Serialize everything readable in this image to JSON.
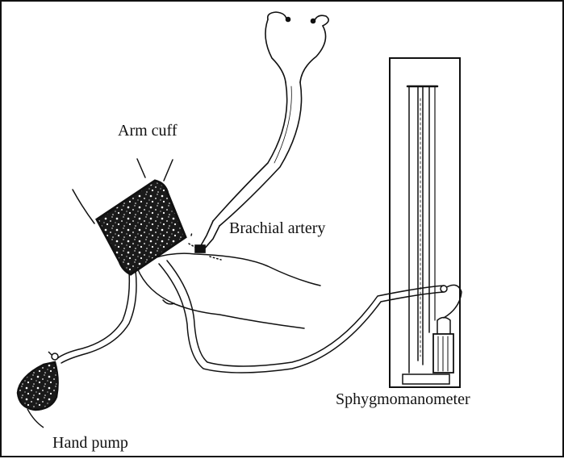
{
  "diagram": {
    "labels": {
      "arm_cuff": "Arm cuff",
      "brachial_artery": "Brachial artery",
      "sphygmomanometer": "Sphygmomanometer",
      "hand_pump": "Hand pump"
    },
    "colors": {
      "ink": "#111111",
      "background": "#ffffff"
    }
  }
}
